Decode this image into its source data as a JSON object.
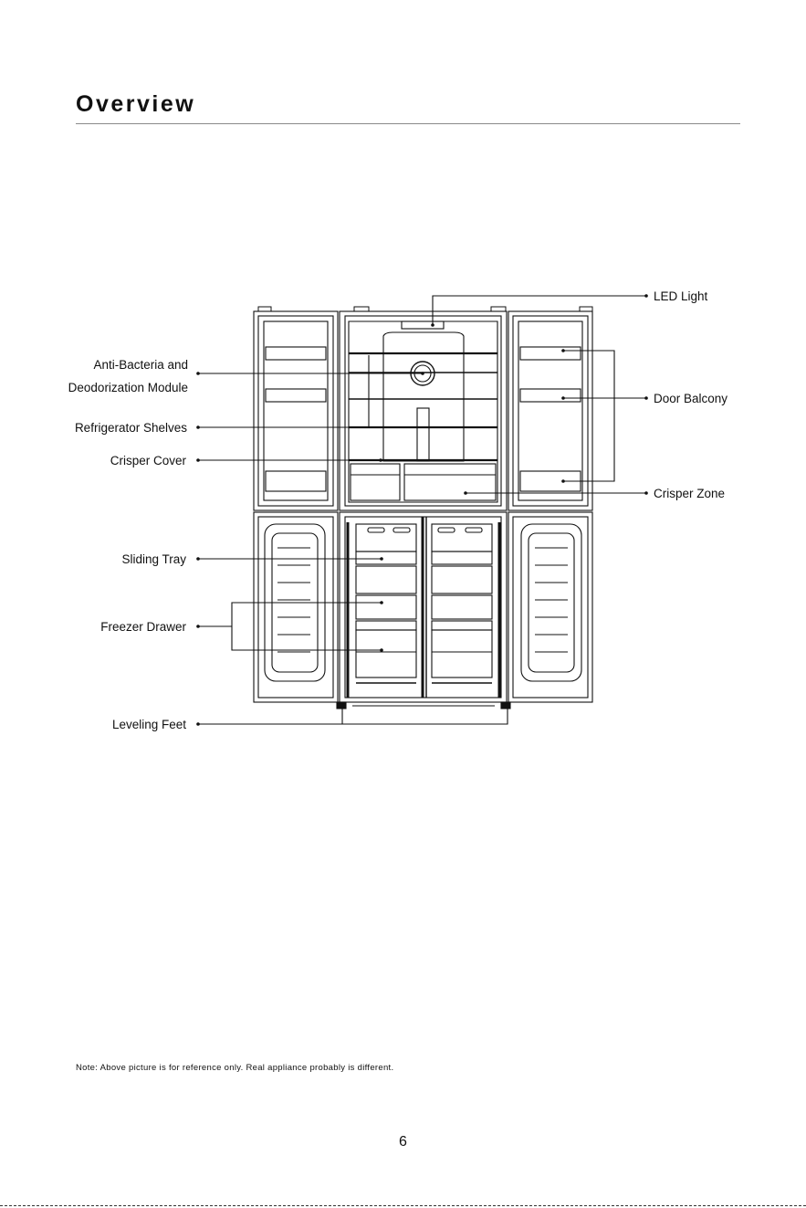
{
  "page": {
    "title": "Overview",
    "note": "Note: Above picture is for reference only. Real appliance probably is different.",
    "page_number": "6"
  },
  "diagram": {
    "labels": {
      "led_light": "LED Light",
      "anti_bacteria_line1": "Anti-Bacteria and",
      "anti_bacteria_line2": "Deodorization Module",
      "door_balcony": "Door Balcony",
      "refrigerator_shelves": "Refrigerator Shelves",
      "crisper_cover": "Crisper Cover",
      "crisper_zone": "Crisper Zone",
      "sliding_tray": "Sliding Tray",
      "freezer_drawer": "Freezer Drawer",
      "leveling_feet": "Leveling Feet"
    }
  }
}
